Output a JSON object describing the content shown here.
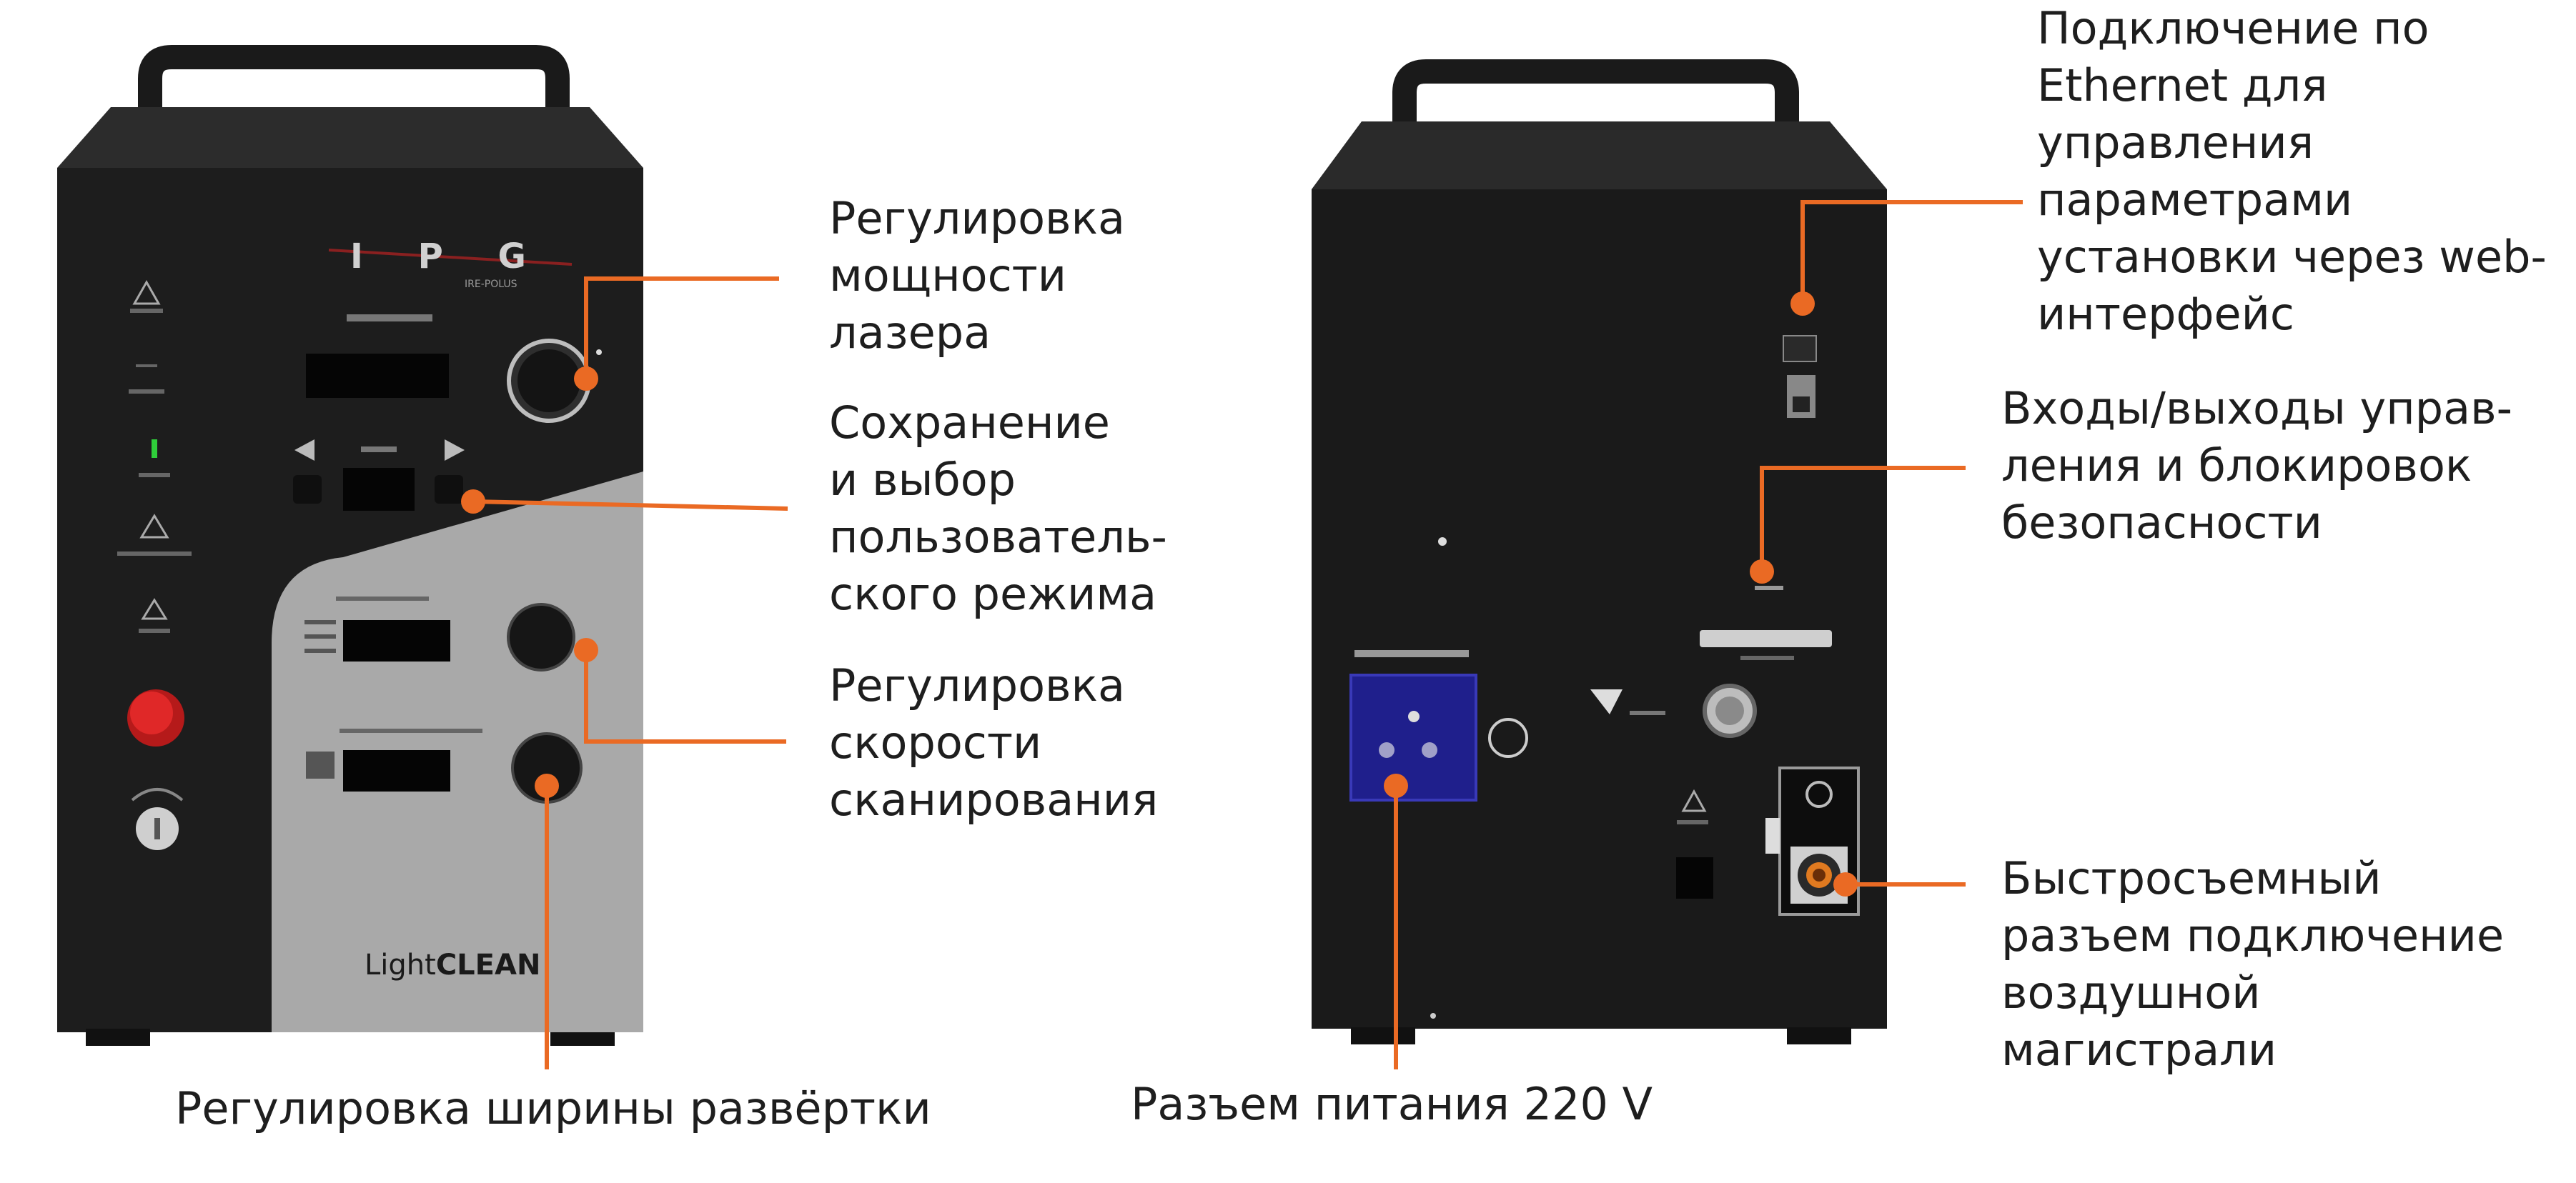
{
  "colors": {
    "leader": "#ea6a24",
    "device_body": "#1d1d1d",
    "device_top": "#2a2a2a",
    "panel_gray": "#a8a8a8",
    "text": "#1e1e1e",
    "estop": "#d42020",
    "power_socket": "#1f1f8c"
  },
  "front_unit": {
    "logo": "I P G",
    "logo_sub": "IRE-POLUS",
    "brand_prefix": "Light",
    "brand_suffix": "CLEAN"
  },
  "callouts": {
    "laser_power": "Регулировка\nмощности\nлазера",
    "user_mode": "Сохранение\nи выбор\nпользователь-\nского режима",
    "scan_speed": "Регулировка\nскорости\nсканирования",
    "scan_width": "Регулировка ширины развёртки",
    "ethernet": "Подключение по\nEthernet для\nуправления\nпараметрами\nустановки через web-\nинтерфейс",
    "io_safety": "Входы/выходы управ-\nления и блокировок\nбезопасности",
    "power_220": "Разъем питания 220 V",
    "air_connector": "Быстросъемный\nразъем подключение\nвоздушной\nмагистрали"
  }
}
